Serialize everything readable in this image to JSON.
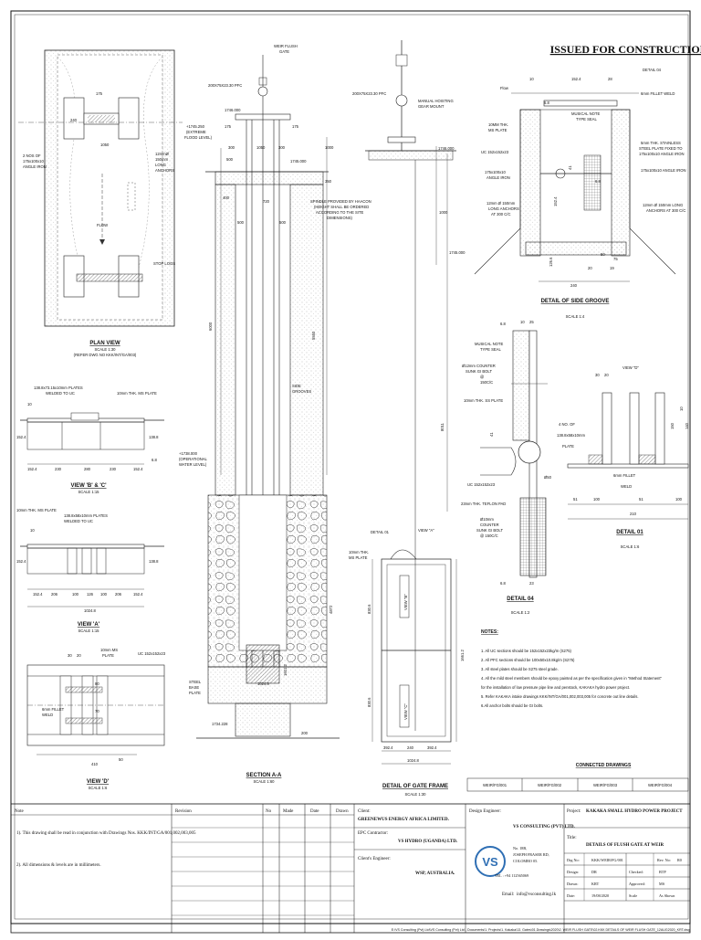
{
  "banner": "ISSUED FOR CONSTRUCTION",
  "plan_view": {
    "title": "PLAN VIEW",
    "scale": "SCALE 1:30",
    "ref": "(REFER DWG NO KKK/INT/GA/003)",
    "labels": [
      "175",
      "240",
      "1050",
      "2 NOS OF",
      "175x100x10",
      "ANGLE IRON",
      "12mmØ",
      "150mm",
      "LONG",
      "ANCHORS",
      "FLOW",
      "STOP LOGS"
    ]
  },
  "view_bc": {
    "title": "VIEW 'B' & 'C'",
    "scale": "SCALE 1:15",
    "labels": [
      "138.8x73.15x10mm PLATES",
      "WELDED TO UC",
      "10mm THK. MS PLATE",
      "10",
      "152.4",
      "138.8",
      "152.4",
      "230",
      "280",
      "230",
      "152.4",
      "6.8"
    ]
  },
  "view_a": {
    "title": "VIEW 'A'",
    "scale": "SCALE 1:15",
    "labels": [
      "10mm THK. MS PLATE",
      "138.8x58x10mm PLATES",
      "WELDED TO UC",
      "10",
      "152.4",
      "138.8",
      "152.4",
      "206",
      "100",
      "126",
      "100",
      "206",
      "152.4",
      "1024.8"
    ]
  },
  "view_d": {
    "title": "VIEW 'D'",
    "scale": "SCALE 1:6",
    "labels": [
      "30",
      "20",
      "10mm MS",
      "PLATE",
      "UC 152x152x23",
      "80",
      "70",
      "6mm FILLET",
      "WELD",
      "410",
      "50"
    ]
  },
  "section_aa": {
    "title": "SECTION A-A",
    "scale": "SCALE 1:60",
    "labels": [
      "WEIR FLUSH",
      "GATE",
      "200X75X23.30 PFC",
      "1746.000",
      "+1745.250",
      "(EXTREME",
      "FLOOD LEVEL)",
      "175",
      "300",
      "1050",
      "300",
      "175",
      "1000",
      "500",
      "1745.000",
      "400",
      "720",
      "350",
      "500",
      "500",
      "6000",
      "5550",
      "SIDE",
      "GROOVES",
      "+1738.000",
      "(OPERATIONAL",
      "WATER LEVEL)",
      "4872",
      "1601.2",
      "1024.8",
      "STEEL",
      "BASE",
      "PLATE",
      "1734.228",
      "200"
    ]
  },
  "hoist": {
    "labels": [
      "200X75X23.30 PFC",
      "MANUAL HOISTING",
      "GEAR MOUNT",
      "1746.000",
      "SPINDLE PROVIDED BY HAACON",
      "(HEIGHT SHALL BE ORDERED",
      "ACCORDING TO THE SITE",
      "DIMENSIONS)",
      "1000",
      "1745.000",
      "8011"
    ]
  },
  "side_groove": {
    "title": "DETAIL OF SIDE GROOVE",
    "scale": "SCALE 1:4",
    "labels": [
      "DETAIL 04",
      "Flow",
      "10",
      "152.4",
      "28",
      "6mm FILLET WELD",
      "6.8",
      "MUSICAL NOTE",
      "TYPE SEAL",
      "10MM THK.",
      "MS PLATE",
      "UC 152x152x23",
      "175x100x10",
      "ANGLE IRON",
      "12mm Ø 150mm",
      "LONG ANCHORS",
      "AT 300 C/C",
      "5mm THK. STAINLESS",
      "STEEL PLATE FIXED TO",
      "175x100x10 ANGLE IRON",
      "175x100x10 ANGLE IRON",
      "12mm Ø 150mm LONG",
      "ANCHORS AT 300 C/C",
      "41",
      "152.4",
      "6.8",
      "126.6",
      "240",
      "50",
      "75",
      "20",
      "19"
    ]
  },
  "detail_04": {
    "title": "DETAIL 04",
    "scale": "SCALE 1:2",
    "labels": [
      "6.8",
      "10",
      "25",
      "MUSICAL NOTE",
      "TYPE SEAL",
      "Ø12mm COUNTER",
      "SUNK GI BOLT",
      "@",
      "150C/C",
      "10mm THK. SS PLATE",
      "41",
      "UC 152x152x23",
      "23mm THK. TEFLON PAD",
      "Ø10mm",
      "COUNTER",
      "SUNK GI BOLT",
      "@ 150C/C",
      "6.8",
      "23",
      "Ø50"
    ]
  },
  "detail_01": {
    "title": "DETAIL 01",
    "scale": "SCALE 1:6",
    "labels": [
      "VIEW \"D\"",
      "30",
      "20",
      "4 NO. OF",
      "138.8x58x10mm",
      "PLATE",
      "6mm FILLET",
      "WELD",
      "51",
      "100",
      "51",
      "100",
      "210",
      "10",
      "150",
      "140"
    ]
  },
  "gate_frame": {
    "title": "DETAIL OF GATE FRAME",
    "scale": "SCALE 1:30",
    "labels": [
      "DETAIL 01",
      "VIEW \"A\"",
      "10mm THK.",
      "MS PLATE",
      "VIEW \"B\"",
      "VIEW \"C\"",
      "830.6",
      "830.6",
      "1661.2",
      "392.4",
      "240",
      "392.4",
      "1024.8"
    ]
  },
  "notes": {
    "heading": "NOTES:",
    "items": [
      "1. All UC sections should be 152x152x23kg/m (S275)",
      "2. All PFC sections should be 100x50x10.8kg/m (S275)",
      "3. All steel plates should be S275 steel grade.",
      "4. All the mild steel members should be epoxy painted as per the specification given in \"Method Statement\"",
      "for the installation of low pressure pipe line and penstock, KAKAKA hydro power project.",
      "5. Refer KAKAKA intake drawings KKK/INT/GA/001,002,003,005 for concrete out line details.",
      "6.All anchor bolts should be GI bolts."
    ]
  },
  "connected": {
    "title": "CONNECTED DRAWINGS",
    "items": [
      "WEIR/FG/001",
      "WEIR/FG/002",
      "WEIR/FG/003",
      "WEIR/FG/004"
    ]
  },
  "title_block": {
    "note_header": "Note",
    "notes": [
      "1). This drawing shall be read in conjunction with Drawings Nos. KKK/INT/GA/001,002,003,005",
      "2). All dimensions & levels are in millimeters."
    ],
    "rev_headers": [
      "Revision",
      "No",
      "Made",
      "Date",
      "Drawn"
    ],
    "client_label": "Client:",
    "client": "GREENEWUS ENERGY AFRICA LIMITED.",
    "epc_label": "EPC Contractor:",
    "epc": "VS HYDRO (UGANDA) LTD.",
    "client_eng_label": "Client's Engineer:",
    "client_eng": "WSP, AUSTRALIA.",
    "design_eng_label": "Design Engineer:",
    "design_eng": "VS CONSULTING (PVT) LTD.",
    "address": [
      "No. 18B,",
      "JOSEPH FRASER RD,",
      "COLOMBO 05.",
      "TEL :    +94 112565069"
    ],
    "email_label": "Email:",
    "email": "info@vsconsulting.lk",
    "logo_text": "VS",
    "project_label": "Project:",
    "project": "KAKAKA SMALL HYDRO POWER PROJECT",
    "title_label": "Title:",
    "title": "DETAILS OF FLUSH GATE AT WEIR",
    "dwg_label": "Drg No:",
    "dwg": "KKK/WEIR/FG/001",
    "rev_label": "Rev. No:",
    "rev": "R0",
    "design_label": "Design:",
    "design": "DR",
    "checked_label": "Checked:",
    "checked": "BTP",
    "drawn_label": "Drawn:",
    "drawn": "KRT",
    "approved_label": "Approved:",
    "approved": "MS",
    "date_label": "Date:",
    "date": "19/08/2020",
    "scale_label": "Scale",
    "scale": "As Shown"
  },
  "file_path": "E:\\VS Consulting (Pvt) Ltd\\VS Consulting (Pvt) Ltd - Documents\\1. Projects\\1. Kakaka\\13. Gates\\01.Drawings\\2020\\2. WEIR FLUSH GATE\\02.KKK DETAILS OF WEIR FLUSH GATE_12AUG2020_KRT.dwg"
}
